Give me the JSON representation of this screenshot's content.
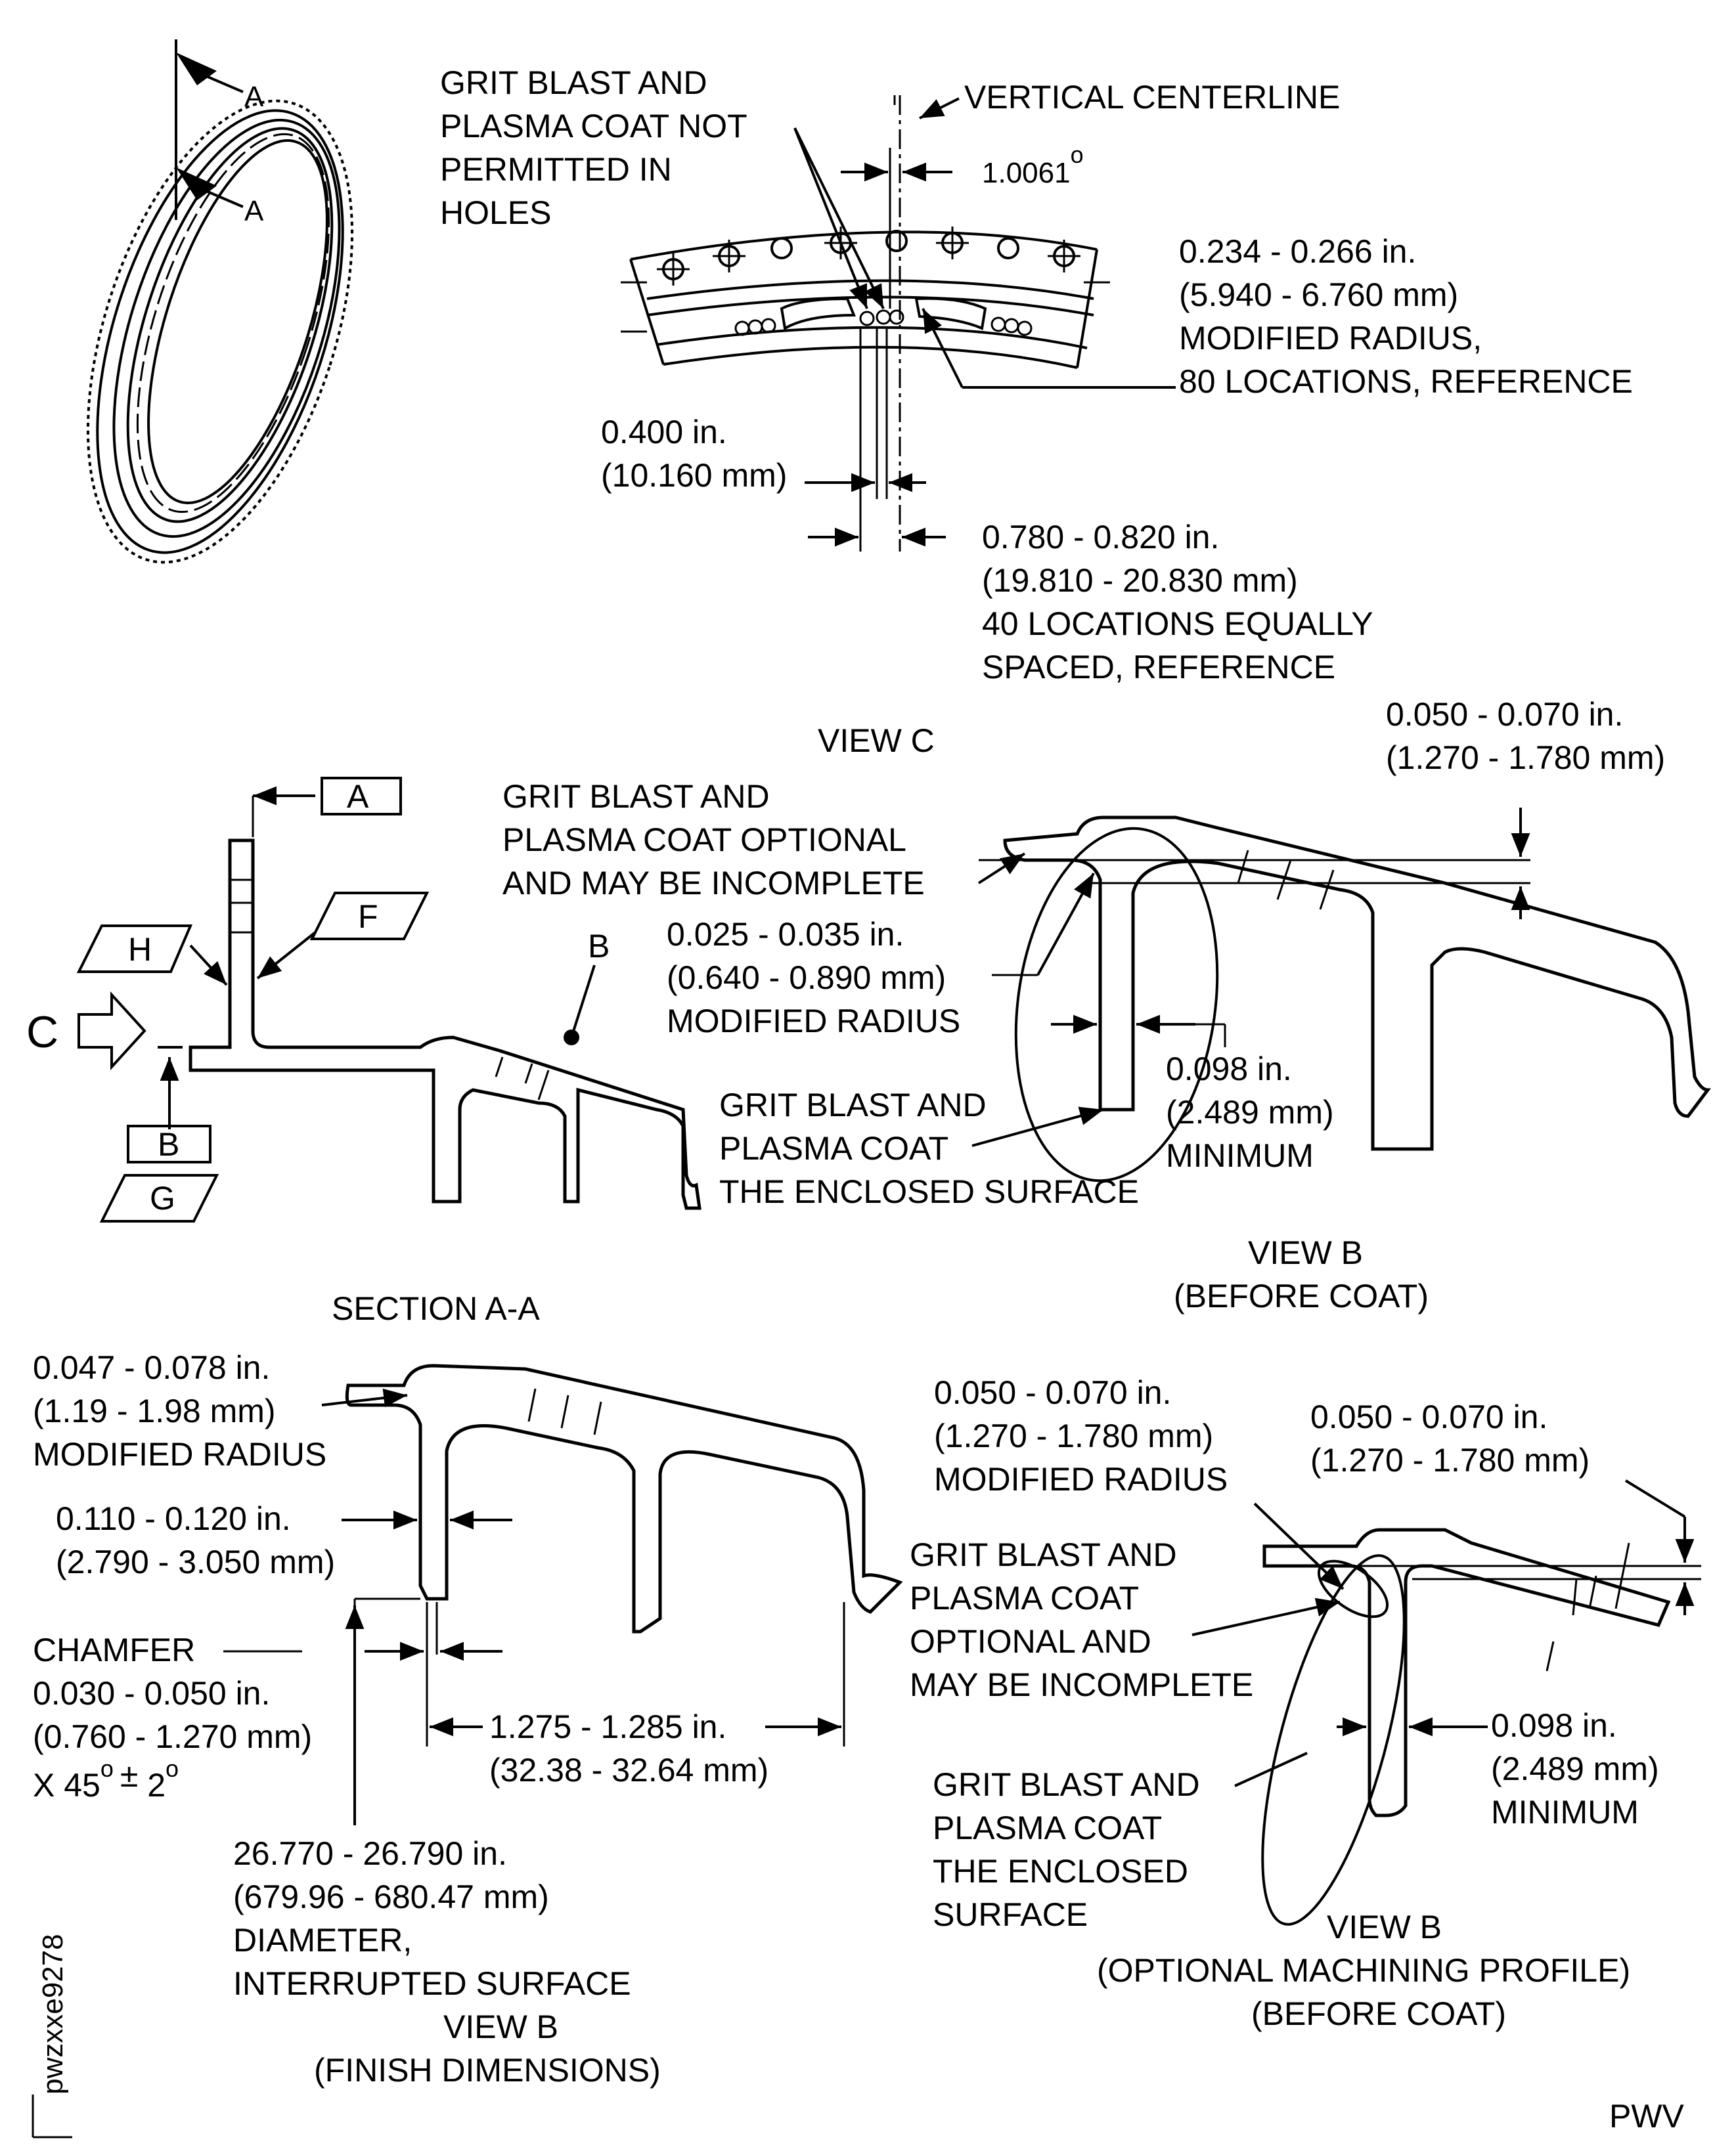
{
  "top_view": {
    "section_mark_a_upper": "A",
    "section_mark_a_lower": "A",
    "note_not_permitted": [
      "GRIT BLAST AND",
      "PLASMA COAT NOT",
      "PERMITTED IN",
      "HOLES"
    ],
    "vertical_centerline": "VERTICAL CENTERLINE",
    "angle_value": "1.0061",
    "angle_unit": "o",
    "modified_radius_80": [
      "0.234 - 0.266 in.",
      "(5.940 - 6.760 mm)",
      "MODIFIED RADIUS,",
      "80 LOCATIONS, REFERENCE"
    ],
    "dim_0400": [
      "0.400 in.",
      "(10.160 mm)"
    ],
    "dim_0780": [
      "0.780 - 0.820 in.",
      "(19.810 - 20.830 mm)",
      "40 LOCATIONS EQUALLY",
      "SPACED, REFERENCE"
    ]
  },
  "section_aa": {
    "datum_a": "A",
    "datum_b": "B",
    "datum_f": "F",
    "datum_h": "H",
    "datum_g": "G",
    "view_c_letter": "C",
    "view_b_letter": "B",
    "title": "SECTION A-A"
  },
  "view_b_before_coat": {
    "heading": "VIEW C",
    "note_optional": [
      "GRIT BLAST AND",
      "PLASMA COAT OPTIONAL",
      "AND MAY BE INCOMPLETE"
    ],
    "dim_top": [
      "0.050 - 0.070 in.",
      "(1.270 - 1.780 mm)"
    ],
    "modified_radius": [
      "0.025 - 0.035 in.",
      "(0.640 - 0.890 mm)",
      "MODIFIED RADIUS"
    ],
    "dim_min": [
      "0.098 in.",
      "(2.489 mm)",
      "MINIMUM"
    ],
    "note_enclosed": [
      "GRIT BLAST AND",
      "PLASMA COAT",
      "THE ENCLOSED SURFACE"
    ],
    "title": [
      "VIEW B",
      "(BEFORE COAT)"
    ]
  },
  "view_b_finish": {
    "modified_radius": [
      "0.047 - 0.078 in.",
      "(1.19 - 1.98 mm)",
      "MODIFIED RADIUS"
    ],
    "dim_web": [
      "0.110 - 0.120 in.",
      "(2.790 - 3.050 mm)"
    ],
    "chamfer": [
      "CHAMFER",
      "0.030 - 0.050 in.",
      "(0.760 - 1.270 mm)"
    ],
    "chamfer_angle": [
      "X 45",
      "o",
      "±",
      " 2",
      "o"
    ],
    "dim_width": [
      "1.275 - 1.285 in.",
      "(32.38 - 32.64 mm)"
    ],
    "diameter": [
      "26.770 - 26.790 in.",
      "(679.96 - 680.47 mm)",
      "DIAMETER,",
      "INTERRUPTED SURFACE"
    ],
    "title": [
      "VIEW B",
      "(FINISH DIMENSIONS)"
    ]
  },
  "view_b_optional": {
    "modified_radius": [
      "0.050 - 0.070 in.",
      "(1.270 - 1.780 mm)",
      "MODIFIED RADIUS"
    ],
    "dim_top": [
      "0.050 - 0.070 in.",
      "(1.270 - 1.780 mm)"
    ],
    "note_optional": [
      "GRIT BLAST AND",
      "PLASMA COAT",
      "OPTIONAL AND",
      "MAY BE INCOMPLETE"
    ],
    "dim_min": [
      "0.098 in.",
      "(2.489 mm)",
      "MINIMUM"
    ],
    "note_enclosed": [
      "GRIT BLAST AND",
      "PLASMA COAT",
      "THE ENCLOSED",
      "SURFACE"
    ],
    "title": [
      "VIEW B",
      "(OPTIONAL MACHINING PROFILE)",
      "(BEFORE COAT)"
    ]
  },
  "figure_id": "pwzxxe9278",
  "footer_code": "PWV"
}
